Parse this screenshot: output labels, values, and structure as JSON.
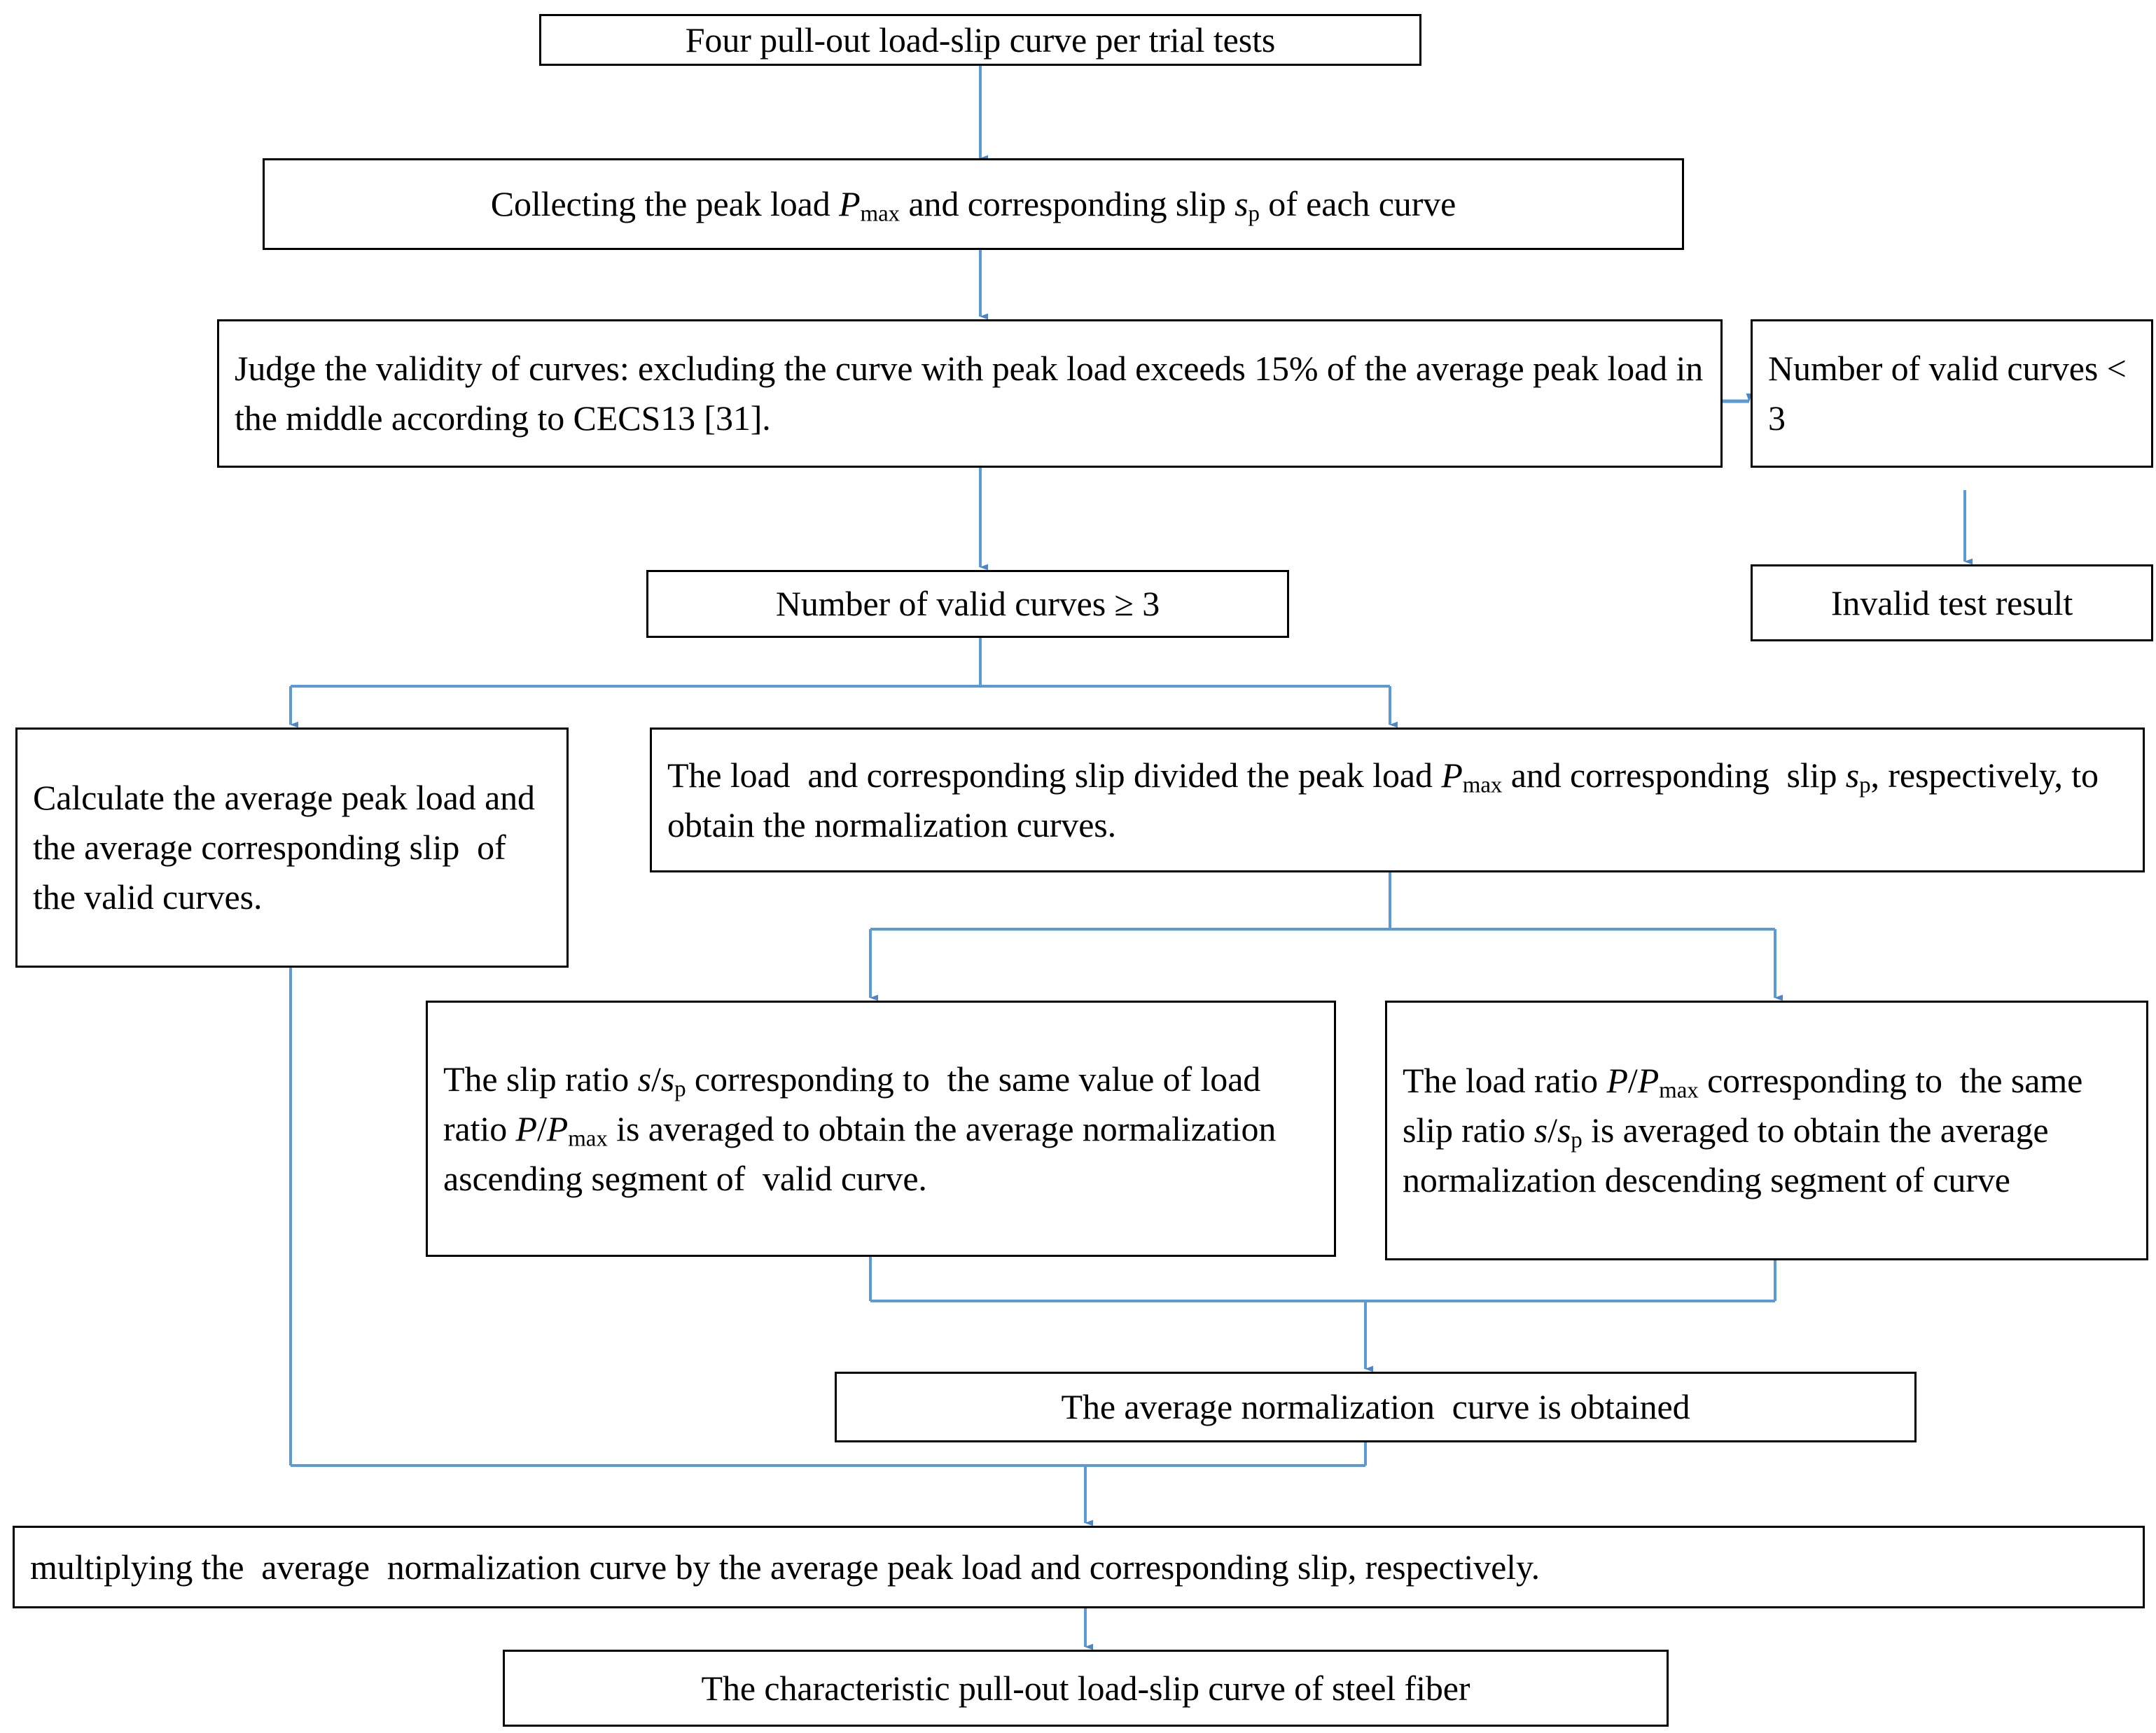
{
  "diagram": {
    "title": "Flowchart for obtaining the characteristic pull-out load-slip curve of steel fiber",
    "colors": {
      "box_border": "#000000",
      "box_fill": "#ffffff",
      "connector": "#5B9BD5",
      "text": "#000000"
    },
    "nodes": [
      {
        "id": "n1",
        "name": "four-curves-box",
        "text": "Four pull-out load-slip curve per trial tests",
        "align": "center"
      },
      {
        "id": "n2",
        "name": "collecting-peak-load-box",
        "text": "Collecting the peak load Pmax and corresponding slip sp of each curve",
        "align": "center"
      },
      {
        "id": "n3",
        "name": "judge-validity-box",
        "text": "Judge the validity of curves: excluding the curve with peak load exceeds 15% of the average peak load in the middle according to CECS13 [31].",
        "align": "left"
      },
      {
        "id": "n4",
        "name": "invalid-count-box",
        "text": "Number of valid curves < 3",
        "align": "left"
      },
      {
        "id": "n5",
        "name": "invalid-result-box",
        "text": "Invalid test result",
        "align": "center"
      },
      {
        "id": "n6",
        "name": "valid-count-box",
        "text": "Number of valid curves ≥ 3",
        "align": "center"
      },
      {
        "id": "n7",
        "name": "calculate-average-box",
        "text": "Calculate the average peak load and the average corresponding slip  of the valid curves.",
        "align": "left"
      },
      {
        "id": "n8",
        "name": "normalization-curves-box",
        "text": "The load  and corresponding slip divided the peak load Pmax and corresponding  slip sp, respectively, to obtain the normalization curves.",
        "align": "left"
      },
      {
        "id": "n9",
        "name": "ascending-segment-box",
        "text": "The slip ratio s/sp corresponding to  the same value of load  ratio P/Pmax is averaged to obtain the average normalization ascending segment of  valid curve.",
        "align": "left"
      },
      {
        "id": "n10",
        "name": "descending-segment-box",
        "text": "The load ratio P/Pmax corresponding to  the same slip ratio s/sp is averaged to obtain the average normalization descending segment of curve",
        "align": "left"
      },
      {
        "id": "n11",
        "name": "average-curve-obtained-box",
        "text": "The average normalization  curve is obtained",
        "align": "center"
      },
      {
        "id": "n12",
        "name": "multiplying-box",
        "text": "multiplying the  average  normalization curve by the average peak load and corresponding slip, respectively.",
        "align": "left"
      },
      {
        "id": "n13",
        "name": "characteristic-curve-box",
        "text": "The characteristic pull-out load-slip curve of steel fiber",
        "align": "center"
      }
    ],
    "symbols": {
      "P_max": "Pmax",
      "s_p": "sp",
      "slip_ratio": "s/sp",
      "load_ratio": "P/Pmax",
      "ge3": "≥ 3",
      "lt3": "< 3",
      "percent": "15%",
      "reference": "CECS13 [31]"
    },
    "edges": [
      {
        "name": "edge-n1-n2",
        "from": "n1",
        "to": "n2",
        "type": "straight-down"
      },
      {
        "name": "edge-n2-n3",
        "from": "n2",
        "to": "n3",
        "type": "straight-down"
      },
      {
        "name": "edge-n3-n4",
        "from": "n3",
        "to": "n4",
        "type": "straight-right"
      },
      {
        "name": "edge-n4-n5",
        "from": "n4",
        "to": "n5",
        "type": "straight-down"
      },
      {
        "name": "edge-n3-n6",
        "from": "n3",
        "to": "n6",
        "type": "straight-down"
      },
      {
        "name": "edge-n6-n7",
        "from": "n6",
        "to": "n7",
        "type": "split-left"
      },
      {
        "name": "edge-n6-n8",
        "from": "n6",
        "to": "n8",
        "type": "split-right"
      },
      {
        "name": "edge-n8-n9",
        "from": "n8",
        "to": "n9",
        "type": "split-left"
      },
      {
        "name": "edge-n8-n10",
        "from": "n8",
        "to": "n10",
        "type": "split-right"
      },
      {
        "name": "edge-n9-n11",
        "from": "n9",
        "to": "n11",
        "type": "merge"
      },
      {
        "name": "edge-n10-n11",
        "from": "n10",
        "to": "n11",
        "type": "merge"
      },
      {
        "name": "edge-n7-n12",
        "from": "n7",
        "to": "n12",
        "type": "merge-long-left"
      },
      {
        "name": "edge-n11-n12",
        "from": "n11",
        "to": "n12",
        "type": "merge"
      },
      {
        "name": "edge-n12-n13",
        "from": "n12",
        "to": "n13",
        "type": "straight-down"
      }
    ]
  }
}
